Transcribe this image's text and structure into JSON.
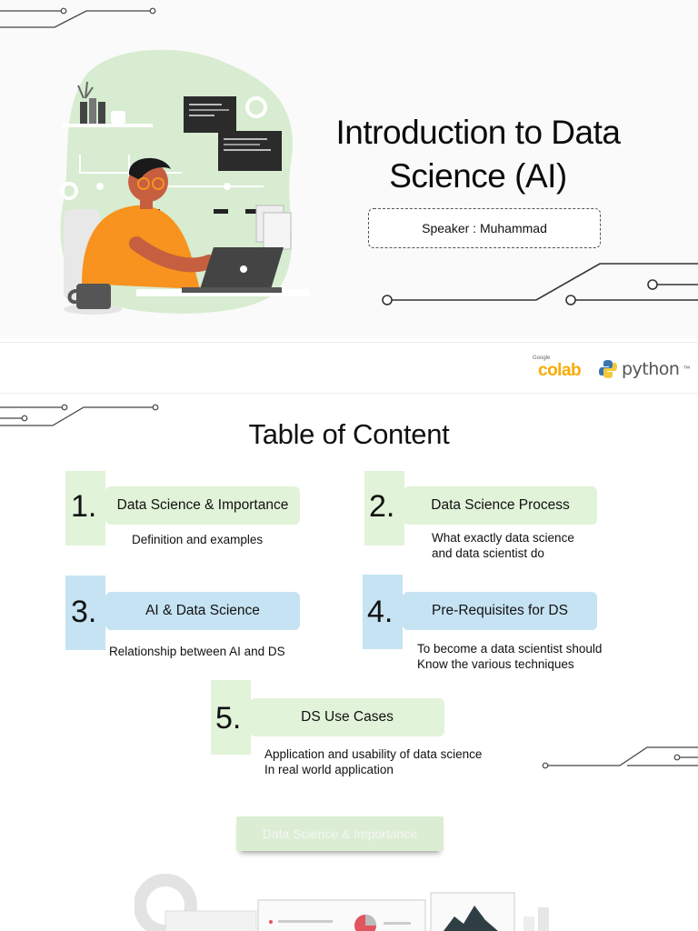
{
  "cover": {
    "title_line1": "Introduction to Data",
    "title_line2": "Science (AI)",
    "speaker": "Speaker : Muhammad",
    "illustration": "person-at-laptop-illustration"
  },
  "logos": {
    "colab_small": "Google",
    "colab": "colab",
    "python": "python",
    "python_tm": "™"
  },
  "toc": {
    "title": "Table of Content",
    "items": [
      {
        "number": "1.",
        "label": "Data Science &  Importance",
        "desc_line1": "Definition and examples",
        "desc_line2": ""
      },
      {
        "number": "2.",
        "label": "Data Science Process",
        "desc_line1": "What exactly data science",
        "desc_line2": "and data scientist do"
      },
      {
        "number": "3.",
        "label": "AI & Data Science",
        "desc_line1": "Relationship between AI and DS",
        "desc_line2": ""
      },
      {
        "number": "4.",
        "label": "Pre-Requisites for DS",
        "desc_line1": "To become a data scientist should",
        "desc_line2": "Know the various techniques"
      },
      {
        "number": "5.",
        "label": "DS Use Cases",
        "desc_line1": "Application and usability of data science",
        "desc_line2": "In real world application"
      }
    ]
  },
  "next_slide": {
    "label": "Data Science & Importance"
  },
  "colors": {
    "green": "#e1f3d8",
    "blue": "#c6e3f3",
    "orange": "#f7931e",
    "dark": "#333333"
  }
}
